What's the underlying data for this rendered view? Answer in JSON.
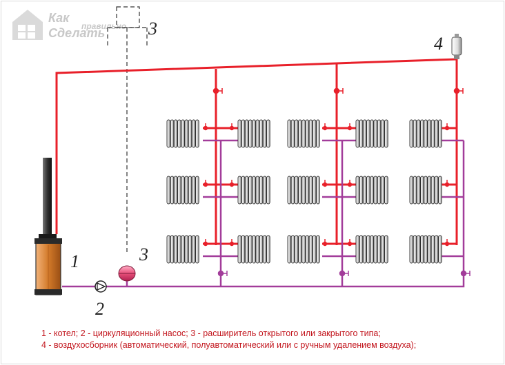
{
  "logo": {
    "line1": "Как",
    "line2": "правильно",
    "line3": "Сделать"
  },
  "labels": {
    "boiler": "1",
    "pump": "2",
    "expander_bottom": "3",
    "expander_top": "3",
    "air_vent": "4"
  },
  "legend": {
    "line1": "1 - котел; 2 - циркуляционный насос; 3 - расширитель открытого или закрытого типа;",
    "line2": "4 - воздухосборник (автоматический, полуавтоматический или с ручным удалением воздуха);"
  },
  "colors": {
    "supply": "#e8202a",
    "return": "#a23c9a",
    "boiler": "#d98a3a",
    "text": "#c2141c"
  }
}
